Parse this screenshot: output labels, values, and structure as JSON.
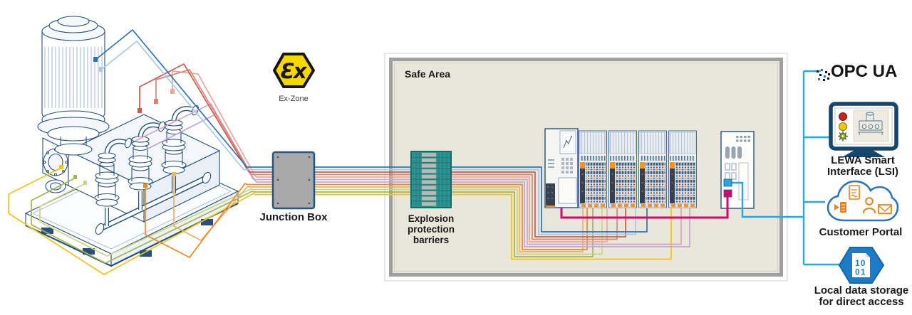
{
  "labels": {
    "ex_zone": "Ex-Zone",
    "ex_symbol": "Ɛx",
    "junction_box": "Junction Box",
    "safe_area": "Safe Area",
    "barriers_l1": "Explosion",
    "barriers_l2": "protection",
    "barriers_l3": "barriers",
    "opc_ua": "OPC UA",
    "lsi_l1": "LEWA Smart",
    "lsi_l2": "Interface (LSI)",
    "customer_portal": "Customer Portal",
    "storage_l1": "Local data storage",
    "storage_l2": "for direct access",
    "storage_glyph_l1": "10",
    "storage_glyph_l2": "01"
  },
  "colors": {
    "cable_blue": "#2e74b5",
    "cable_lightblue": "#a6c9e8",
    "cable_red": "#cd5a4c",
    "cable_salmon": "#dc8474",
    "cable_lightsalmon": "#e7a89c",
    "cable_pink": "#d7a3c6",
    "cable_lavender": "#c1a7d7",
    "cable_orange": "#e78c28",
    "cable_lightorange": "#f0b160",
    "cable_palegreen": "#cbd482",
    "cable_olive": "#a2b551",
    "cable_yellow": "#f3c317",
    "magenta_cable": "#cf0a6e",
    "cyan_cable": "#29a8e0",
    "safe_area_fill": "#e9e6da",
    "safe_area_frame": "#a0a0a0",
    "junction_box_fill": "#a8a8a8",
    "barrier_fill": "#2e9290",
    "ex_yellow": "#f6d800",
    "outline_blue": "#27517c",
    "navy": "#15466b",
    "orange_icon": "#e8821e",
    "storage_blue": "#1e7cc6",
    "plc_orange": "#f0952e"
  }
}
